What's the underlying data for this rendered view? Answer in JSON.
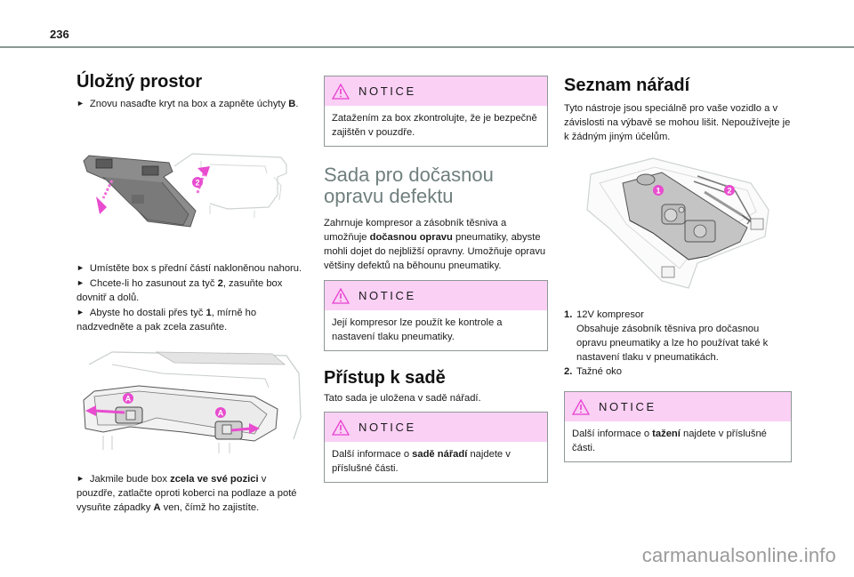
{
  "page": {
    "number": "236"
  },
  "col1": {
    "title": "Úložný prostor",
    "step1": {
      "pre": "Znovu nasaďte kryt na box a zapněte úchyty ",
      "bold": "B",
      "post": "."
    },
    "figure1": {
      "callout": "2",
      "alt": "storage-box-tilted-illustration"
    },
    "step2": "Umístěte box s přední částí nakloněnou nahoru.",
    "step3": {
      "pre": "Chcete-li ho zasunout za tyč ",
      "bold": "2",
      "post": ", zasuňte box dovnitř a dolů."
    },
    "step4": {
      "pre": "Abyste ho dostali přes tyč ",
      "bold": "1",
      "post": ", mírně ho nadzvedněte a pak zcela zasuňte."
    },
    "figure2": {
      "callout_left": "A",
      "callout_right": "A",
      "alt": "storage-box-latches-illustration"
    },
    "step5": {
      "pre": "Jakmile bude box ",
      "bold": "zcela ve své pozici",
      "post": " v pouzdře, zatlačte oproti koberci na podlaze a poté vysuňte západky ",
      "bold2": "A",
      "post2": " ven, čímž ho zajistíte."
    }
  },
  "col2": {
    "notice1": {
      "title": "NOTICE",
      "text": "Zatažením za box zkontrolujte, že je bezpečně zajištěn v pouzdře."
    },
    "kit_title": "Sada pro dočasnou opravu defektu",
    "kit_text": {
      "pre": "Zahrnuje kompresor a zásobník těsniva a umožňuje ",
      "bold": "dočasnou opravu",
      "post": " pneumatiky, abyste mohli dojet do nejbližší opravny. Umožňuje opravu většiny defektů na běhounu pneumatiky."
    },
    "notice2": {
      "title": "NOTICE",
      "text": "Její kompresor lze použít ke kontrole a nastavení tlaku pneumatiky."
    },
    "access_title": "Přístup k sadě",
    "access_text": "Tato sada je uložena v sadě nářadí.",
    "notice3": {
      "title": "NOTICE",
      "pre": "Další informace o ",
      "bold": "sadě nářadí",
      "post": " najdete v příslušné části."
    }
  },
  "col3": {
    "title": "Seznam nářadí",
    "intro": "Tyto nástroje jsou speciálně pro vaše vozidlo a v závislosti na výbavě se mohou lišit. Nepoužívejte je k žádným jiným účelům.",
    "figure": {
      "callout1": "1",
      "callout2": "2",
      "alt": "tool-kit-illustration"
    },
    "items": [
      {
        "num": "1.",
        "label": "12V kompresor",
        "desc": "Obsahuje zásobník těsniva pro dočasnou opravu pneumatiky a lze ho používat také k nastavení tlaku v pneumatikách."
      },
      {
        "num": "2.",
        "label": "Tažné oko",
        "desc": ""
      }
    ],
    "notice": {
      "title": "NOTICE",
      "pre": "Další informace o ",
      "bold": "tažení",
      "post": " najdete v příslušné části."
    }
  },
  "watermark": "carmanualsonline.info",
  "colors": {
    "notice_bg": "#fad0f5",
    "accent_magenta": "#e83fd0",
    "rule": "#8a9896",
    "heading_grey": "#6f7f7d"
  }
}
